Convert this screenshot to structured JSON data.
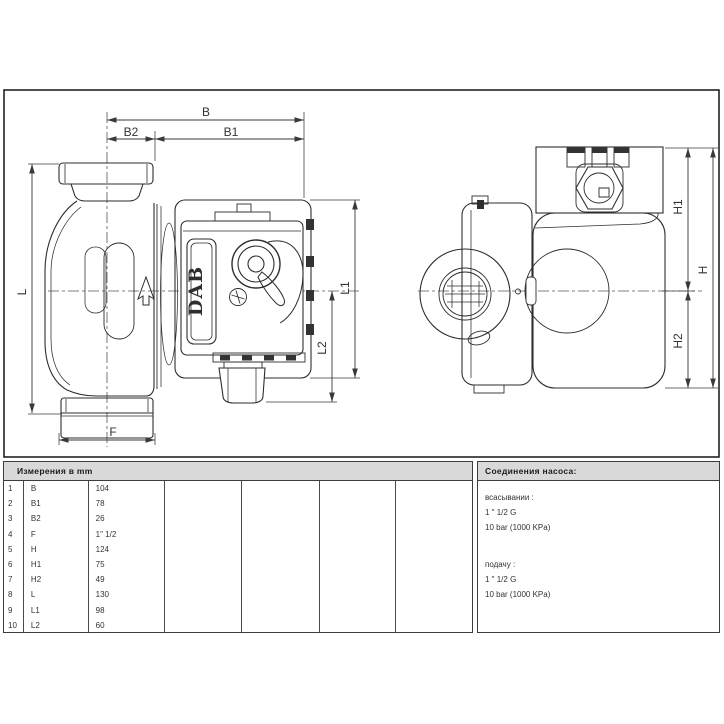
{
  "drawing": {
    "logo": "DAB",
    "labels": {
      "B": "B",
      "B1": "B1",
      "B2": "B2",
      "F": "F",
      "L": "L",
      "L1": "L1",
      "L2": "L2",
      "H": "H",
      "H1": "H1",
      "H2": "H2"
    }
  },
  "measurements_table": {
    "title": "Измерения в  mm",
    "rows": [
      {
        "num": "1",
        "name": "B",
        "value": "104"
      },
      {
        "num": "2",
        "name": "B1",
        "value": "78"
      },
      {
        "num": "3",
        "name": "B2",
        "value": "26"
      },
      {
        "num": "4",
        "name": "F",
        "value": "1\" 1/2"
      },
      {
        "num": "5",
        "name": "H",
        "value": "124"
      },
      {
        "num": "6",
        "name": "H1",
        "value": "75"
      },
      {
        "num": "7",
        "name": "H2",
        "value": "49"
      },
      {
        "num": "8",
        "name": "L",
        "value": "130"
      },
      {
        "num": "9",
        "name": "L1",
        "value": "98"
      },
      {
        "num": "10",
        "name": "L2",
        "value": "60"
      }
    ]
  },
  "connections_panel": {
    "title": "Соединения насоса:",
    "suction_label": "всасывании :",
    "suction_size": "1 \" 1/2 G",
    "suction_pressure": "10 bar (1000 KPa)",
    "delivery_label": "подачу :",
    "delivery_size": "1 \" 1/2 G",
    "delivery_pressure": "10 bar (1000 KPa)"
  },
  "colors": {
    "outline": "#2e2e2e",
    "dimension": "#3a3a3a",
    "header_bg": "#d9d9d9",
    "border": "#3c3c3c"
  }
}
